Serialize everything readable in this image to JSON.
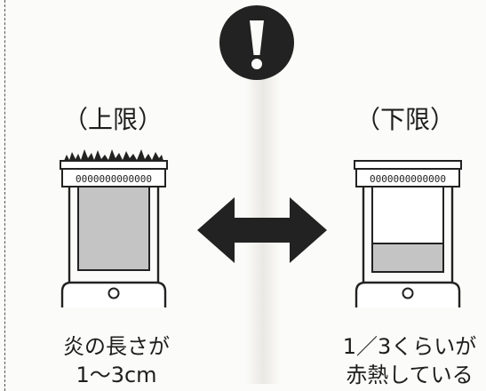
{
  "warning_icon": "exclamation-icon",
  "colors": {
    "ink": "#1e1e1e",
    "wick_fill": "#c4c4c4",
    "background": "#fbfbf9"
  },
  "upper": {
    "heading": "（上限）",
    "caption_line1": "炎の長さが",
    "caption_line2": "1〜3cm"
  },
  "lower": {
    "heading": "（下限）",
    "caption_line1": "1／3くらいが",
    "caption_line2": "赤熱している"
  },
  "arrow_icon": "double-headed-arrow-icon"
}
